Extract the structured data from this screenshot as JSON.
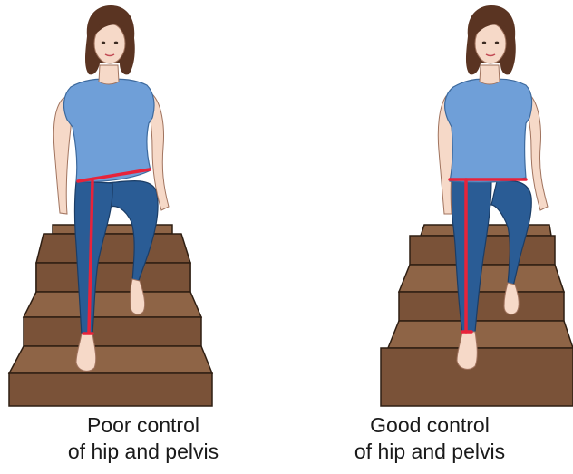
{
  "panels": [
    {
      "id": "poor",
      "caption_line1": "Poor control",
      "caption_line2": "of hip and pelvis"
    },
    {
      "id": "good",
      "caption_line1": "Good control",
      "caption_line2": "of hip and pelvis"
    }
  ],
  "colors": {
    "shirt": "#6f9fd8",
    "jeans": "#2a5c95",
    "skin": "#f6d9c8",
    "hair": "#5a3422",
    "stairs_face": "#7a5238",
    "stairs_top": "#8e6446",
    "stairs_outline": "#2e1e12",
    "alignment_line": "#e8233a"
  }
}
